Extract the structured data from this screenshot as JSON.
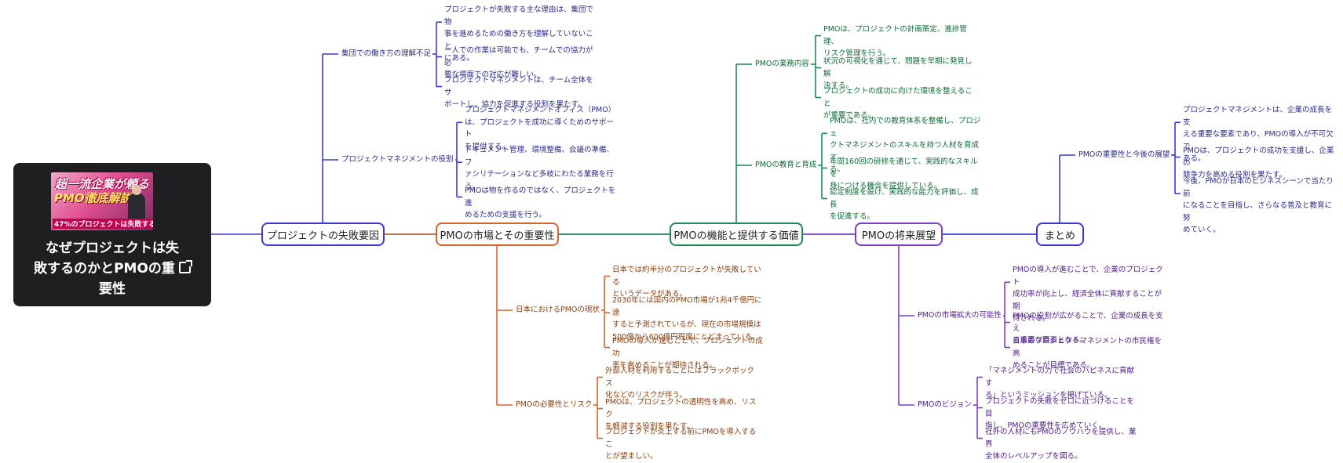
{
  "root": {
    "thumbnail": {
      "line1": "超一流企業が頼る",
      "line2": "PMO徹底解説",
      "banner": "47%のプロジェクトは失敗する?"
    },
    "title_line1": "なぜプロジェクトは失",
    "title_line2": "敗するのかとPMOの重",
    "title_line3": "要性",
    "icon": "external-link-icon"
  },
  "colors": {
    "failure": "#3a3ad6",
    "market": "#d7632a",
    "function": "#1c8a52",
    "future": "#7d3fc7",
    "summary": "#3a3ad6",
    "failure_text": "#2a2a8a",
    "market_text": "#8a3d0a",
    "function_text": "#0d6b36",
    "future_text": "#4b1b8a",
    "summary_text": "#2a2a8a"
  },
  "main": {
    "failure": {
      "label": "プロジェクトの失敗要因",
      "subs": [
        {
          "label": "集団での働き方の理解不足",
          "leaves": [
            [
              "プロジェクトが失敗する主な理由は、集団で物",
              "事を進めるための働き方を理解していないこと",
              "にある。"
            ],
            [
              "一人での作業は可能でも、チームでの協力が必",
              "要な場面での対応が難しい。"
            ],
            [
              "プロジェクトマネジメントは、チーム全体をサ",
              "ポートし、協力を促進する役割を果たす。"
            ]
          ]
        },
        {
          "label": "プロジェクトマネジメントの役割",
          "leaves": [
            [
              "プロジェクトマネジメントオフィス（PMO）",
              "は、プロジェクトを成功に導くためのサポート",
              "を提供する。"
            ],
            [
              "ドキュメント管理、環境整備、会議の準備、フ",
              "ァシリテーションなど多岐にわたる業務を行",
              "う。"
            ],
            [
              "PMOは物を作るのではなく、プロジェクトを進",
              "めるための支援を行う。"
            ]
          ]
        }
      ]
    },
    "market": {
      "label": "PMOの市場とその重要性",
      "subs": [
        {
          "label": "日本におけるPMOの現状",
          "leaves": [
            [
              "日本では約半分のプロジェクトが失敗している",
              "というデータがある。"
            ],
            [
              "2030年には国内のPMO市場が1兆4千億円に達",
              "すると予測されているが、現在の市場規模は",
              "500億から600億円程度にとどまっている。"
            ],
            [
              "PMOの導入が進むことで、プロジェクトの成功",
              "率を高めることが期待される。"
            ]
          ]
        },
        {
          "label": "PMOの必要性とリスク",
          "leaves": [
            [
              "外部人材を利用することにはブラックボックス",
              "化などのリスクが伴う。"
            ],
            [
              "PMOは、プロジェクトの透明性を高め、リスク",
              "を軽減する役割を果たす。"
            ],
            [
              "プロジェクトが炎上する前にPMOを導入するこ",
              "とが望ましい。"
            ]
          ]
        }
      ]
    },
    "function": {
      "label": "PMOの機能と提供する価値",
      "subs": [
        {
          "label": "PMOの業務内容",
          "leaves": [
            [
              "PMOは、プロジェクトの計画策定、進捗管理、",
              "リスク管理を行う。"
            ],
            [
              "状況の可視化を通じて、問題を早期に発見し解",
              "決する。"
            ],
            [
              "プロジェクトの成功に向けた環境を整えること",
              "が重要である。"
            ]
          ]
        },
        {
          "label": "PMOの教育と育成",
          "leaves": [
            [
              "PMOは、社内での教育体系を整備し、プロジェ",
              "クトマネジメントのスキルを持つ人材を育成す",
              "る。"
            ],
            [
              "年間160回の研修を通じて、実践的なスキルを",
              "身につける機会を提供している。"
            ],
            [
              "認定制度を設け、実践的な能力を評価し、成長",
              "を促進する。"
            ]
          ]
        }
      ]
    },
    "future": {
      "label": "PMOの将来展望",
      "subs": [
        {
          "label": "PMOの市場拡大の可能性",
          "leaves": [
            [
              "PMOの導入が進むことで、企業のプロジェクト",
              "成功率が向上し、経済全体に貢献することが期",
              "待される。"
            ],
            [
              "PMOの役割が広がることで、企業の成長を支え",
              "る重要な要素となる。"
            ],
            [
              "日本のプロジェクトマネジメントの市民権を高",
              "めることが目標である。"
            ]
          ]
        },
        {
          "label": "PMOのビジョン",
          "leaves": [
            [
              "「マネジメントの力で社会のハピネスに貢献す",
              "る」というミッションを掲げている。"
            ],
            [
              "プロジェクトの失敗をゼロに近づけることを目",
              "指し、PMOの重要性を広めていく。"
            ],
            [
              "社外の人材にもPMOのノウハウを提供し、業界",
              "全体のレベルアップを図る。"
            ]
          ]
        }
      ]
    },
    "summary": {
      "label": "まとめ",
      "subs": [
        {
          "label": "PMOの重要性と今後の展望",
          "leaves": [
            [
              "プロジェクトマネジメントは、企業の成長を支",
              "える重要な要素であり、PMOの導入が不可欠で",
              "ある。"
            ],
            [
              "PMOは、プロジェクトの成功を支援し、企業の",
              "競争力を高める役割を果たす。"
            ],
            [
              "今後、PMOが日本のビジネスシーンで当たり前",
              "になることを目指し、さらなる普及と教育に努",
              "めていく。"
            ]
          ]
        }
      ]
    }
  }
}
